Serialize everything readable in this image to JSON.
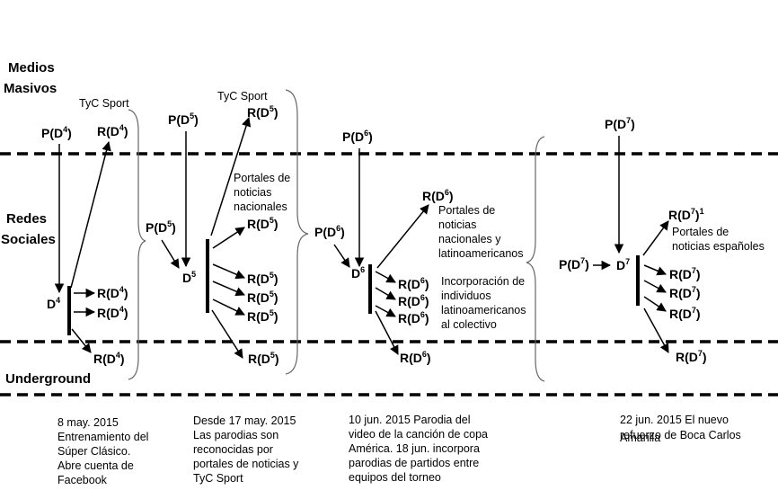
{
  "levels": {
    "medios_masivos_line1": "Medios",
    "medios_masivos_line2": "Masivos",
    "redes_sociales_line1": "Redes",
    "redes_sociales_line2": "Sociales",
    "underground": "Underground"
  },
  "nodes": {
    "P": "P(D",
    "R": "R(D",
    "D": "D",
    "close": ")"
  },
  "stage1": {
    "sup": "4"
  },
  "stage2": {
    "sup": "5"
  },
  "stage3": {
    "sup": "6"
  },
  "stage4": {
    "sup": "7",
    "r_top_extra": "1"
  },
  "notes": {
    "tyc_sport": "TyC Sport",
    "portales_nacionales": [
      "Portales de",
      "noticias",
      "nacionales"
    ],
    "portales_latam": [
      "Portales de",
      "noticias",
      "nacionales y",
      "latinoamericanos"
    ],
    "incorporacion": [
      "Incorporación de",
      "individuos",
      "latinoamericanos",
      "al colectivo"
    ],
    "portales_espanoles": [
      "Portales de",
      "noticias españoles"
    ]
  },
  "captions": [
    [
      "8 may. 2015",
      "Entrenamiento del",
      "Súper Clásico.",
      "Abre cuenta de",
      "Facebook"
    ],
    [
      "Desde 17 may. 2015",
      "Las parodias son",
      "reconocidas por",
      "portales de noticias y",
      "TyC Sport"
    ],
    [
      "10 jun. 2015 Parodia del",
      "video de la canción de copa",
      "América. 18 jun. incorpora",
      "parodias de partidos entre",
      "equipos del torneo"
    ],
    [
      "22 jun. 2015 El nuevo",
      "refuerzo de Boca Carlos",
      "",
      "Amarilla"
    ]
  ]
}
